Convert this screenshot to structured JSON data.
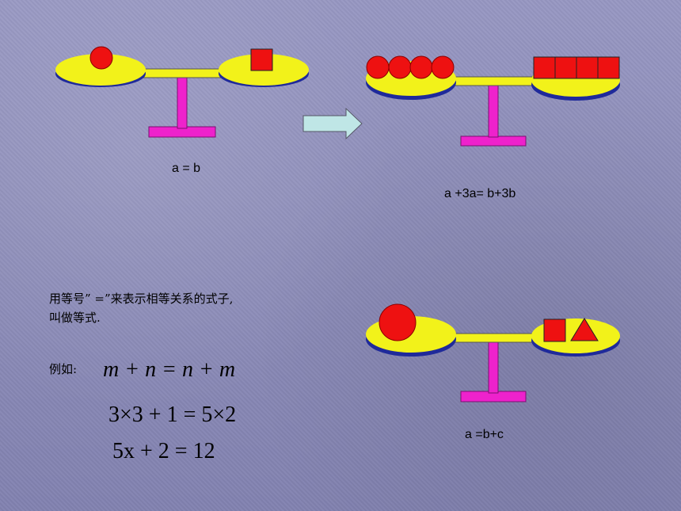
{
  "colors": {
    "pan": "#f2f21a",
    "pan_rim": "#1f2a9a",
    "stand": "#ee22cc",
    "beam": "#f2f21a",
    "object": "#ee1111",
    "arrow": "#bfe6e6"
  },
  "balances": [
    {
      "caption": "a = b",
      "left": "1 circle",
      "right": "1 square"
    },
    {
      "caption": "a +3a= b+3b",
      "left": "4 circles",
      "right": "4 squares"
    },
    {
      "caption": "a =b+c",
      "left": "1 large circle",
      "right": "1 square + 1 triangle"
    }
  ],
  "definition": {
    "line1": "用等号” =”来表示相等关系的式子,",
    "line2": "叫做等式."
  },
  "examples": {
    "label": "例如:",
    "eq1": "m + n = n + m",
    "eq2": "3×3 + 1 = 5×2",
    "eq3": "5x + 2 = 12"
  },
  "icons": [
    "right-arrow-icon"
  ]
}
